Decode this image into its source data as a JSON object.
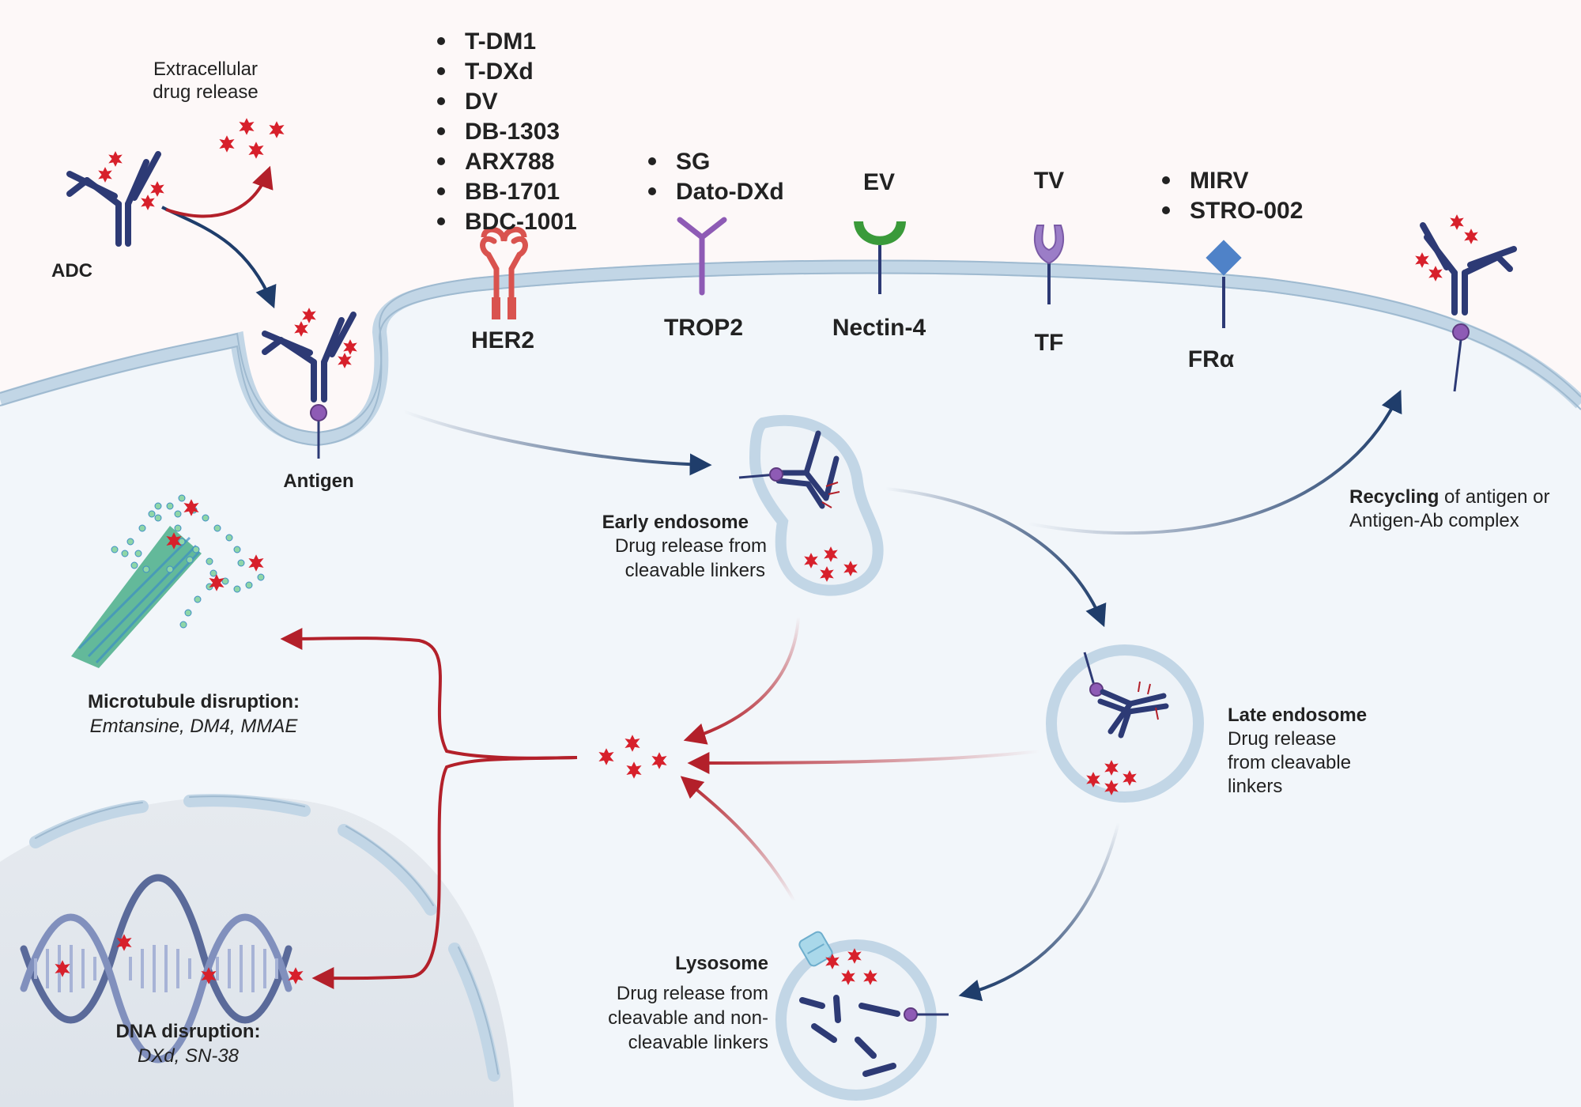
{
  "labels": {
    "extracellular_1": "Extracellular",
    "extracellular_2": "drug release",
    "adc": "ADC",
    "antigen": "Antigen",
    "early_endosome_title": "Early endosome",
    "early_endosome_1": "Drug release from",
    "early_endosome_2": "cleavable linkers",
    "late_endosome_title": "Late endosome",
    "late_endosome_1": "Drug release",
    "late_endosome_2": "from cleavable",
    "late_endosome_3": "linkers",
    "lysosome_title": "Lysosome",
    "lysosome_1": "Drug release from",
    "lysosome_2": "cleavable and non-",
    "lysosome_3": "cleavable linkers",
    "recycling_bold": "Recycling",
    "recycling_rest": " of antigen or",
    "recycling_2": "Antigen-Ab complex",
    "microtubule_title": "Microtubule disruption:",
    "microtubule_drugs": "Emtansine, DM4, MMAE",
    "dna_title": "DNA disruption:",
    "dna_drugs": "DXd, SN-38"
  },
  "her2_drugs": [
    "T-DM1",
    "T-DXd",
    "DV",
    "DB-1303",
    "ARX788",
    "BB-1701",
    "BDC-1001"
  ],
  "trop2_drugs": [
    "SG",
    "Dato-DXd"
  ],
  "frα_drugs": [
    "MIRV",
    "STRO-002"
  ],
  "receptors": {
    "her2": "HER2",
    "trop2": "TROP2",
    "ev": "EV",
    "nectin4": "Nectin-4",
    "tv": "TV",
    "tf": "TF",
    "fra": "FRα"
  },
  "colors": {
    "antibody": "#2d3a75",
    "payload": "#d7202b",
    "antigen": "#8e5bb5",
    "membrane": "#c2d6e6",
    "cytoplasm": "#f2f6fa",
    "her2": "#d9534f",
    "nectin": "#3a9a3a",
    "fra": "#4f82c8",
    "arrow_blue": "#1f3d6b",
    "arrow_red": "#b3202a"
  }
}
